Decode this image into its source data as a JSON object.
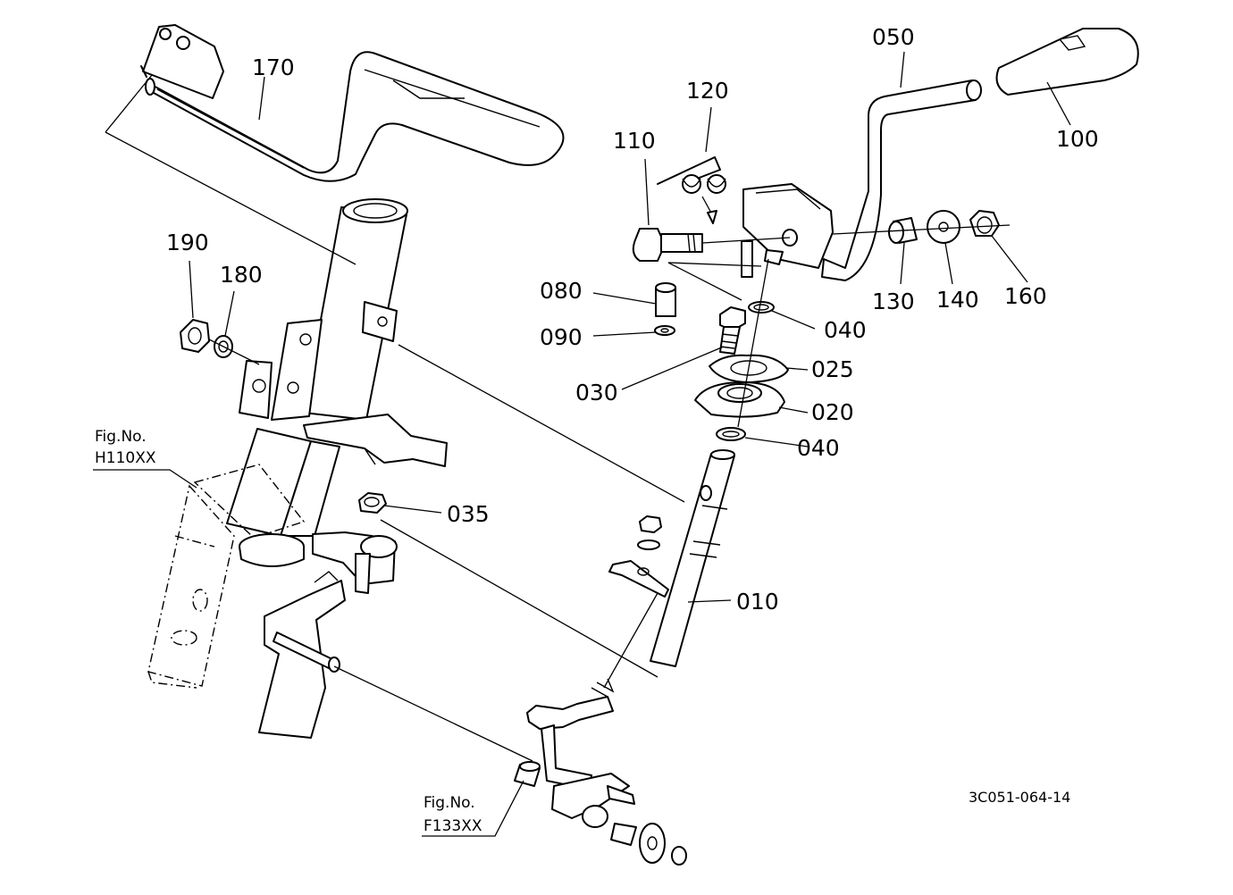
{
  "labels": {
    "p010": "010",
    "p020": "020",
    "p025": "025",
    "p030": "030",
    "p035": "035",
    "p040a": "040",
    "p040b": "040",
    "p050": "050",
    "p080": "080",
    "p090": "090",
    "p100": "100",
    "p110": "110",
    "p120": "120",
    "p130": "130",
    "p140": "140",
    "p160": "160",
    "p170": "170",
    "p180": "180",
    "p190": "190"
  },
  "figure_refs": {
    "h_title": "Fig.No.",
    "h_code": "H110XX",
    "f_title": "Fig.No.",
    "f_code": "F133XX"
  },
  "drawing_code": "3C051-064-14"
}
